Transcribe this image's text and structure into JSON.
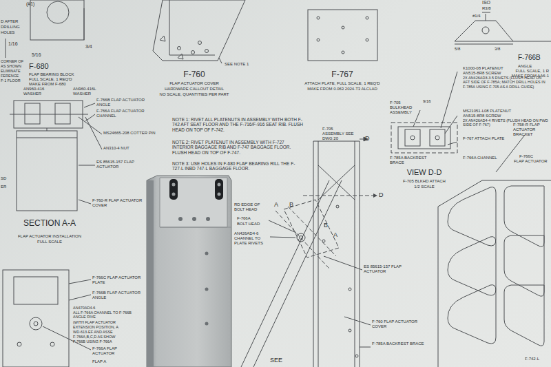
{
  "diagram": {
    "labels": [
      "(#1)",
      "D AFTER",
      "DRILLING",
      "HOLES",
      "3/4",
      "1/16",
      "5/16",
      "F-680",
      "FLAP BEARING BLOCK",
      "FULL SCALE, 1 REQ'D",
      "MAKE FROM F-680",
      "CORNER OF",
      "AS SHOWN",
      "ELIMINATE",
      "FERENCE",
      "F-1 FLOOR",
      "SEE NOTE 1",
      "F-760",
      "FLAP ACTUATOR COVER",
      "HARDWARE CALLOUT DETAIL",
      "NO SCALE, QUANTITIES PER PART",
      "F-767",
      "ATTACH PLATE, FULL SCALE, 1 REQ'D",
      "MAKE FROM 0.063 2024-T3 ALCLAD",
      "ISO",
      "R3/8",
      "#1/4",
      "5/8",
      "3/8",
      "F-766B",
      "ANGLE",
      "FULL SCALE, 1 R",
      "MAKE FROM AA6-1",
      "AN960-416 WASHER",
      "AN960-416L WASHER",
      "F-766B FLAP ACTUATOR ANGLE",
      "F-766A FLAP ACTUATOR CHANNEL",
      "MS24665-208 COTTER PIN",
      "AN310-4 NUT",
      "ES 85615-157 FLAP ACTUATOR",
      "F-760-R FLAP ACTUATOR COVER",
      "SECTION A-A",
      "FLAP ACTUATOR INSTALLATION",
      "FULL SCALE",
      "SD",
      "ER",
      "NOTE 1: RIVET ALL PLATENUTS IN ASSEMBLY WITH BOTH F-742 AFT SEAT FLOOR AND THE F-716/F-916 SEAT RIB. FLUSH HEAD ON TOP OF F-742.",
      "NOTE 2: RIVET PLATENUT IN ASSEMBLY WITH F-727 INTERIOR BAGGAGE RIB AND F-747 BAGGAGE FLOOR. FLUSH HEAD ON TOP OF F-747.",
      "NOTE 3: USE HOLES IN F-680 FLAP BEARING RILL THE F-727-L INBD 747-L BAGGAGE FLOOR.",
      "F-705 ASSEMBLY SEE DWG 20",
      "D",
      "D",
      "F-705 BULKHEAD ASSEMBLY",
      "9/16",
      "K1000-08 PLATENUT",
      "AN515-8R8 SCREW",
      "2X AN426AD3-3.5 RIVETS (FLUSH HEAD ON AFT SIDE OF F-785A; MATCH DRILL HOLES IN F-785A USING F-705 AS A DRILL GUIDE)",
      "MS21051-L08 PLATENUT",
      "AN515-8R8 SCREW",
      "2X AN426AD4-4 RIVETS (FLUSH HEAD ON FWD SIDE OF F-767)",
      "F-767 ATTACH PLATE",
      "F-785A BACKREST BRACE",
      "F-766A CHANNEL",
      "VIEW D-D",
      "F-705 BLKHD ATTACH",
      "1/2 SCALE",
      "F-758-R FLAP ACTUATOR BRACKET",
      "F-766C",
      "FLAP ACTUATOR",
      "F-742-L",
      "A",
      "B",
      "B",
      "A",
      "RD EDGE OF",
      "BOLT HEAD",
      "F-766A",
      "BOLT HEAD",
      "AN426AD4-6",
      "CHANNEL TO",
      "PLATE RIVETS",
      "ES 85615-157 FLAP ACTUATOR",
      "F-760 FLAP ACTUATOR COVER",
      "F-785A BACKREST BRACE",
      "SEE",
      "F-766C FLAP ACTUATOR PLATE",
      "F-766B FLAP ACTUATOR ANGLE",
      "AN470AD4-6",
      "ALL F-766A CHANNEL TO F-766B ANGLE RIVE",
      "(WITH FLAP ACTUATOR",
      "EXTENSION POSITION, A",
      "WD-613-EF AND ASSE",
      "F-766A,B,C,D AS SHOW",
      "F-766B USING F-766A",
      "F-766A FLAP ACTUATOR",
      "FLAP A"
    ]
  }
}
